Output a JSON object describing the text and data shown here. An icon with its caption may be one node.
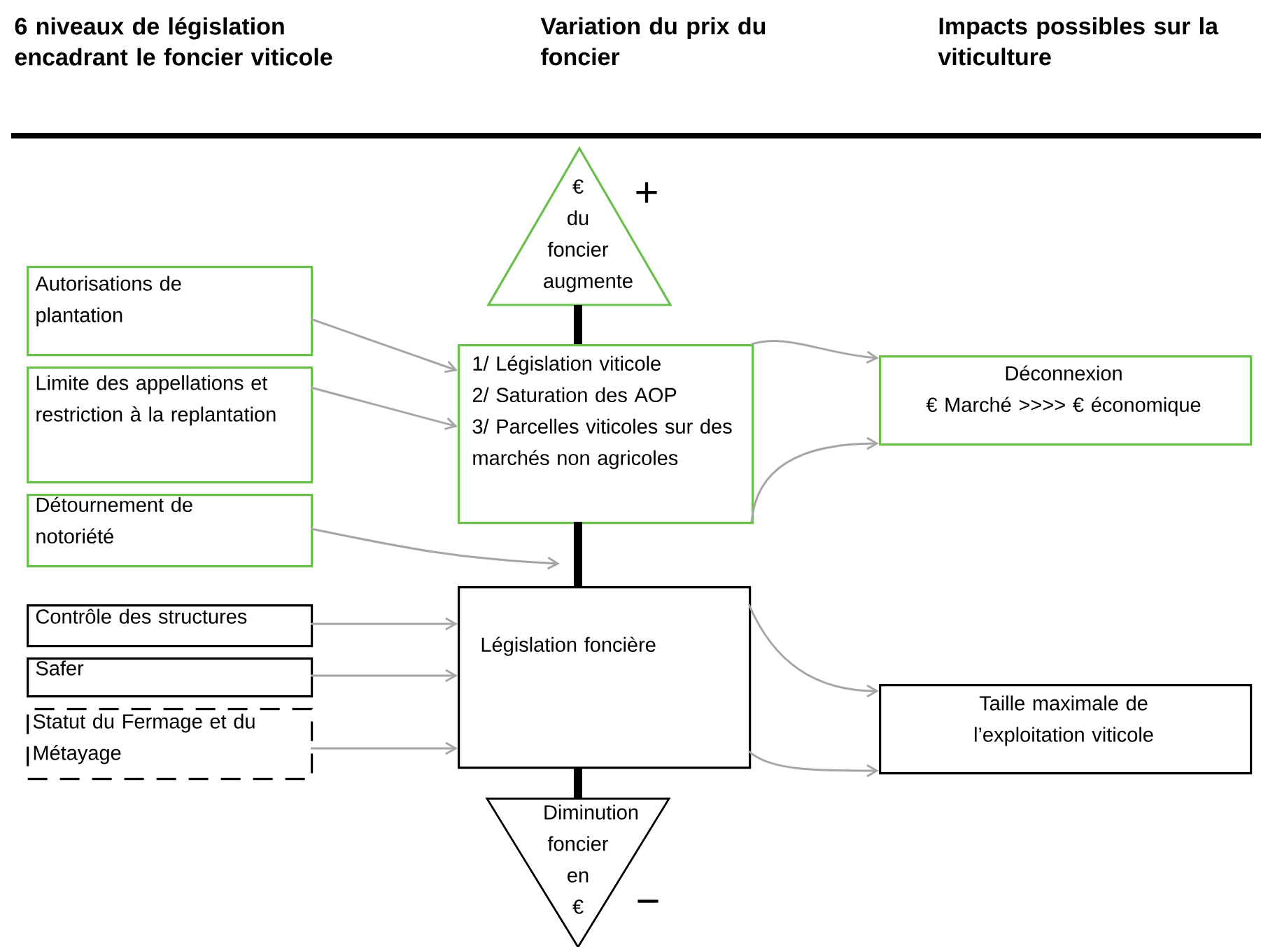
{
  "diagram": {
    "nodes": [
      {
        "text": [
          "€ du foncier augmente"
        ]
      },
      {
        "text": [
          "Autorisations de plantation"
        ]
      },
      {
        "text": [
          "Limite des appellations et restriction à la replantation"
        ]
      },
      {
        "text": [
          "Détournement de notoriété"
        ]
      },
      {
        "text": [
          "1/ Législation viticole",
          "2/ Saturation des AOP",
          "3/ Parcelles viticoles sur des marchés non agricoles"
        ]
      },
      {
        "text": [
          "Contrôle des structures"
        ]
      },
      {
        "text": [
          "Safer"
        ]
      },
      {
        "text": [
          "Statut du Fermage et du Métayage"
        ]
      },
      {
        "text": [
          "Législation foncière"
        ]
      },
      {
        "text": [
          "Diminution foncier en €"
        ]
      },
      {
        "text": [
          "Déconnexion",
          "€ Marché >>>> € économique"
        ]
      },
      {
        "text": [
          "Taille maximale de l’exploitation viticole"
        ]
      }
    ],
    "edges": [
      {
        "from": 0,
        "to": 4,
        "arrow": "none",
        "style": "thick",
        "color": "#000000"
      },
      {
        "from": 4,
        "to": 8,
        "arrow": "none",
        "style": "thick",
        "color": "#000000"
      },
      {
        "from": 8,
        "to": 9,
        "arrow": "none",
        "style": "thick",
        "color": "#000000"
      },
      {
        "from": 1,
        "to": 4,
        "arrow": "to"
      },
      {
        "from": 2,
        "to": 4,
        "arrow": "to"
      },
      {
        "from": 3,
        "to": null,
        "arrow": "to"
      },
      {
        "from": 5,
        "to": 8,
        "arrow": "to"
      },
      {
        "from": 6,
        "to": 8,
        "arrow": "to"
      },
      {
        "from": 7,
        "to": 8,
        "arrow": "to"
      },
      {
        "from": 4,
        "to": 10,
        "arrow": "to"
      },
      {
        "from": 4,
        "to": 10,
        "arrow": "to"
      },
      {
        "from": 8,
        "to": 11,
        "arrow": "to"
      },
      {
        "from": 8,
        "to": 11,
        "arrow": "to"
      }
    ],
    "labels": [
      "6 niveaux de législation encadrant le foncier viticole",
      "Variation du prix du foncier",
      "Impacts possibles sur la viticulture",
      "+",
      "−"
    ]
  }
}
